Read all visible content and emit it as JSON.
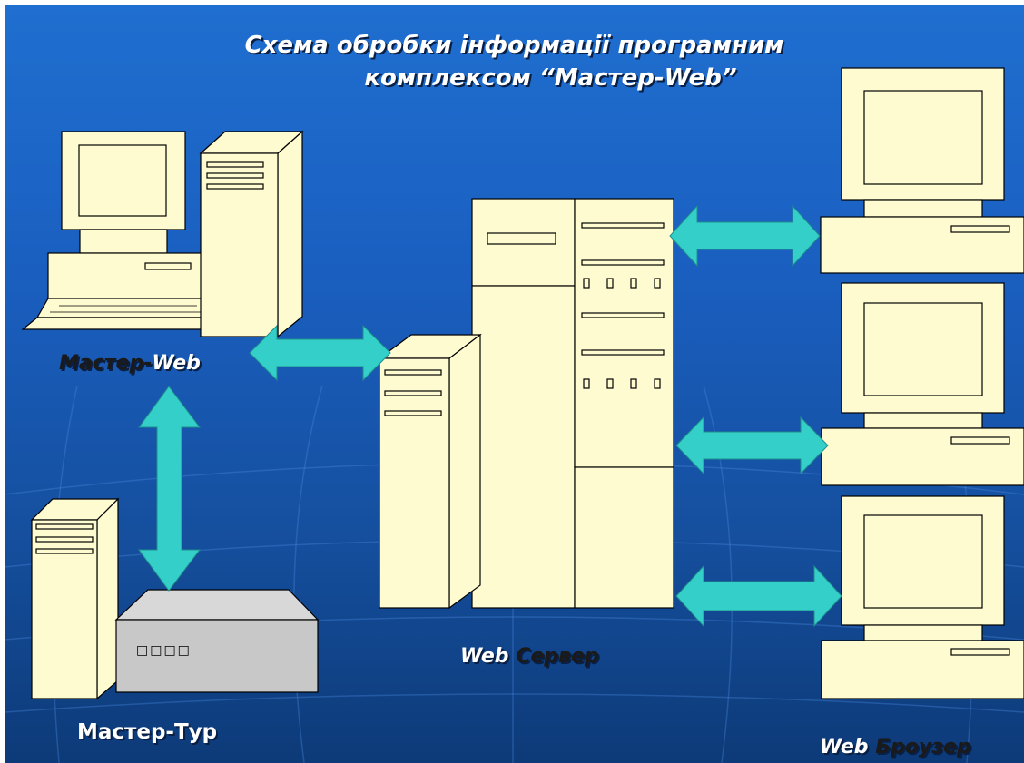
{
  "title": {
    "line1": "Схема обробки інформації програмним",
    "line2": "комплексом “Мастер-Web”"
  },
  "labels": {
    "master_web_part1": "Мастер-",
    "master_web_part2": "Web",
    "master_tur": "Мастер-Тур",
    "web_server_part1": "Web",
    "web_server_part2": "Сервер",
    "web_browser_part1": "Web",
    "web_browser_part2": "Броузер"
  },
  "device_slots": "□□□□",
  "colors": {
    "device_fill": "#fffbd0",
    "arrow_fill": "#35cfc9",
    "disk_box": "#c8c8c8",
    "background_top": "#1f6fd0",
    "background_bottom": "#0d3a78"
  }
}
